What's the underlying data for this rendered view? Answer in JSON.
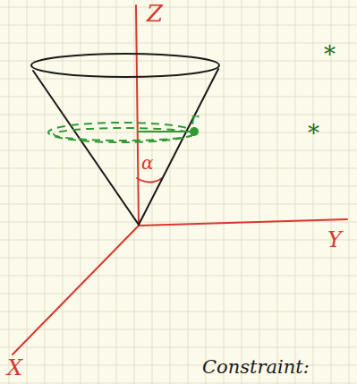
{
  "diagram": {
    "labels": [
      "Z",
      "r",
      "α",
      "Y",
      "X",
      "*",
      "*",
      "Constraint:"
    ]
  }
}
